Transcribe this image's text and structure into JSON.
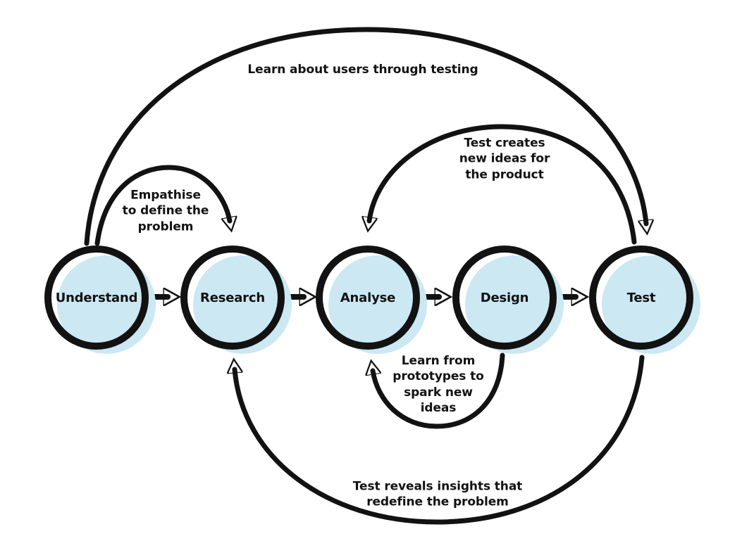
{
  "diagram": {
    "colors": {
      "background": "#ffffff",
      "node_fill": "#cbe8f3",
      "stroke": "#121212",
      "text": "#121212"
    },
    "nodes": [
      {
        "label": "Understand"
      },
      {
        "label": "Research"
      },
      {
        "label": "Analyse"
      },
      {
        "label": "Design"
      },
      {
        "label": "Test"
      }
    ],
    "flow_arrows": [
      {
        "from": "Understand",
        "to": "Research"
      },
      {
        "from": "Research",
        "to": "Analyse"
      },
      {
        "from": "Analyse",
        "to": "Design"
      },
      {
        "from": "Design",
        "to": "Test"
      }
    ],
    "feedback_arcs": [
      {
        "label": "Learn about users through testing",
        "from": "Understand",
        "to": "Test",
        "position": "top-outer"
      },
      {
        "label": "Empathise\nto define the\nproblem",
        "from": "Understand",
        "to": "Research",
        "position": "top-left"
      },
      {
        "label": "Test creates\nnew ideas for\nthe product",
        "from": "Test",
        "to": "Analyse",
        "position": "top-right"
      },
      {
        "label": "Learn from\nprototypes to\nspark new\nideas",
        "from": "Design",
        "to": "Analyse",
        "position": "bottom-inner"
      },
      {
        "label": "Test reveals insights that\nredefine the problem",
        "from": "Test",
        "to": "Research",
        "position": "bottom-outer"
      }
    ]
  }
}
